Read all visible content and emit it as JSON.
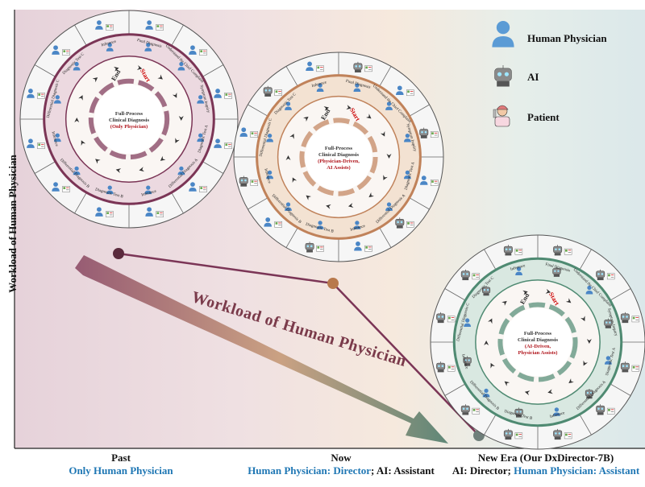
{
  "y_axis_label": "Workload of Human Physician",
  "diagonal_label": "Workload of Human Physician",
  "legend": [
    {
      "label": "Human Physician",
      "icon": "human-physician-icon"
    },
    {
      "label": "AI",
      "icon": "robot-icon"
    },
    {
      "label": "Patient",
      "icon": "patient-icon"
    }
  ],
  "eras": [
    {
      "title": "Past",
      "subtitle": "Only Human Physician"
    },
    {
      "title": "Now",
      "sub_a": "Human Physician: Director",
      "sub_sep": "; ",
      "sub_b": "AI: Assistant"
    },
    {
      "title": "New Era (Our DxDirector-7B)",
      "sub_a": "AI: Director",
      "sub_sep": "; ",
      "sub_b": "Human Physician: Assistant"
    }
  ],
  "wheels": [
    {
      "center_line1": "Full-Process",
      "center_line2": "Clinical Diagnosis",
      "center_line3": "(Only Physician)",
      "start": "Start",
      "end": "End",
      "accent": "#7b3556",
      "fill": "#ecd9e0"
    },
    {
      "center_line1": "Full-Process",
      "center_line2": "Clinical Diagnosis",
      "center_line3": "(Physician-Driven,",
      "center_line4": "AI Assists)",
      "start": "Start",
      "end": "End",
      "accent": "#c0825a",
      "fill": "#f3e2d2"
    },
    {
      "center_line1": "Full-Process",
      "center_line2": "Clinical Diagnosis",
      "center_line3": "(AI-Driven,",
      "center_line4": "Physician Assists)",
      "start": "Start",
      "end": "End",
      "accent": "#4f8a72",
      "fill": "#d9e8e1"
    }
  ],
  "steps": [
    "Final Diagnosis",
    "Understand the Chief Complaint",
    "Symptom Inquiry",
    "Diagnostic Test A",
    "Differential Diagnosis A",
    "Inference",
    "Diagnostic Test B",
    "Differential Diagnosis B",
    "Inference",
    "Differential Diagnosis C",
    "Diagnostic Test C",
    "Inference"
  ],
  "colors": {
    "past": "#7b3556",
    "now": "#c0825a",
    "new": "#4f8a72",
    "bg_past": "#e8d3db",
    "bg_new": "#dbe9e8",
    "blue": "#1f77b4"
  }
}
